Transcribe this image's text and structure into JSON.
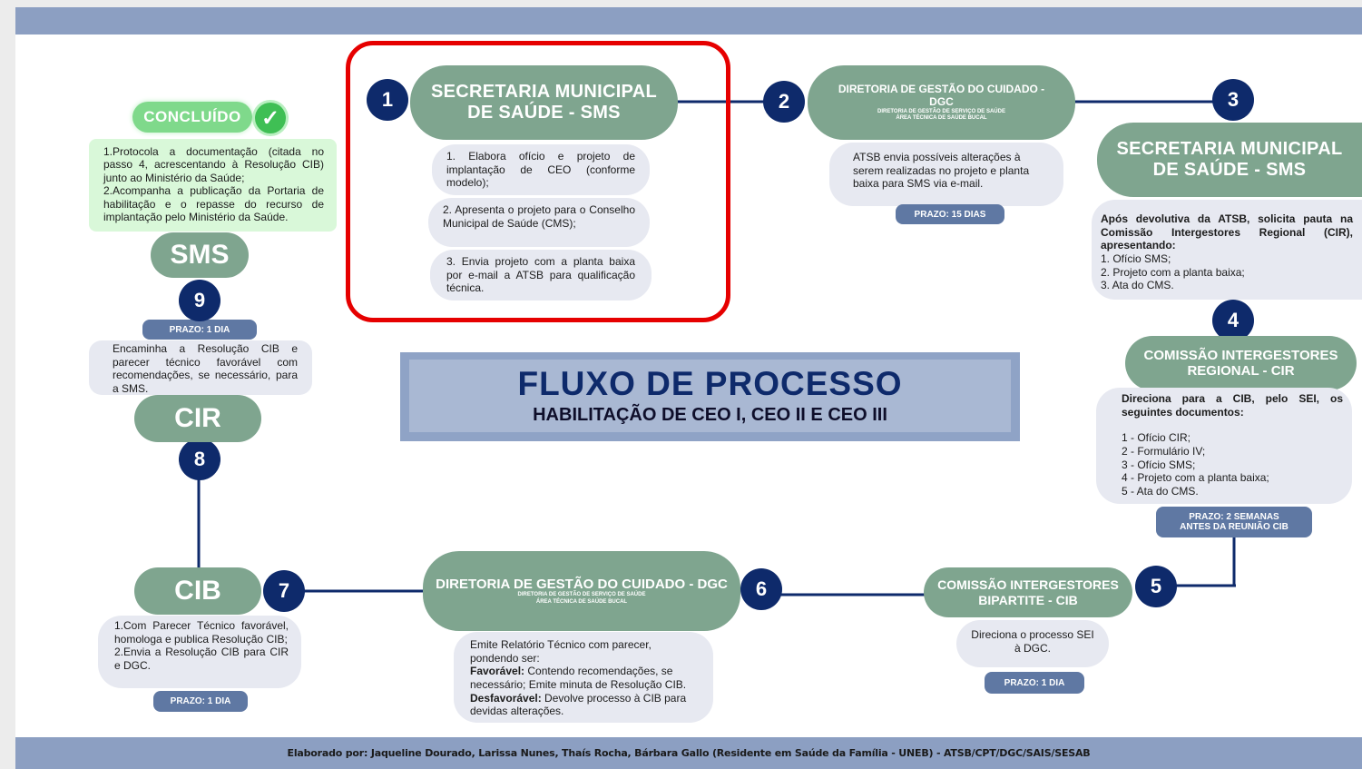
{
  "footer": "Elaborado por: Jaqueline Dourado, Larissa Nunes, Thaís Rocha, Bárbara Gallo (Residente em Saúde da Família - UNEB) - ATSB/CPT/DGC/SAIS/SESAB",
  "title": {
    "main": "FLUXO DE PROCESSO",
    "sub": "HABILITAÇÃO DE CEO I, CEO II E CEO III"
  },
  "concluido": {
    "label": "CONCLUÍDO",
    "check": "✓",
    "check_icon": "check-circle-icon"
  },
  "final_items": [
    "1.Protocola a documentação (citada no passo 4, acrescentando à Resolução CIB) junto ao Ministério da Saúde;",
    "2.Acompanha a publicação da Portaria de habilitação e o repasse do recurso de implantação pelo Ministério da Saúde."
  ],
  "steps": {
    "s1": {
      "number": "1",
      "title": "SECRETARIA MUNICIPAL DE SAÚDE - SMS",
      "items": [
        "1. Elabora ofício e projeto de implantação de CEO (conforme modelo);",
        "2. Apresenta o projeto para o Conselho Municipal de Saúde (CMS);",
        "3. Envia projeto com a planta baixa por e-mail a ATSB para qualificação técnica."
      ]
    },
    "s2": {
      "number": "2",
      "title": "DIRETORIA DE GESTÃO DO CUIDADO - DGC",
      "sub1": "DIRETORIA DE GESTÃO DE SERVIÇO DE SAÚDE",
      "sub2": "ÁREA TÉCNICA DE SAÚDE BUCAL",
      "text": "ATSB envia possíveis alterações à serem realizadas no projeto e planta baixa para SMS via e-mail.",
      "prazo": "PRAZO: 15 DIAS"
    },
    "s3": {
      "number": "3",
      "title": "SECRETARIA MUNICIPAL DE SAÚDE - SMS",
      "intro": "Após devolutiva da ATSB, solicita pauta na Comissão Intergestores Regional (CIR), apresentando:",
      "items": [
        "1. Ofício SMS;",
        "2. Projeto com a planta baixa;",
        "3. Ata do CMS."
      ]
    },
    "s4": {
      "number": "4",
      "title": "COMISSÃO INTERGESTORES REGIONAL - CIR",
      "intro": "Direciona para a CIB, pelo SEI, os seguintes documentos:",
      "items": [
        "1 - Ofício CIR;",
        "2 - Formulário IV;",
        "3 - Ofício SMS;",
        "4 - Projeto com a planta baixa;",
        "5 - Ata do CMS."
      ],
      "prazo": "PRAZO: 2 SEMANAS ANTES DA REUNIÃO CIB"
    },
    "s5": {
      "number": "5",
      "title": "COMISSÃO INTERGESTORES BIPARTITE - CIB",
      "text": "Direciona o processo SEI à DGC.",
      "prazo": "PRAZO: 1 DIA"
    },
    "s6": {
      "number": "6",
      "title": "DIRETORIA DE GESTÃO DO CUIDADO - DGC",
      "sub1": "DIRETORIA DE GESTÃO DE SERVIÇO DE SAÚDE",
      "sub2": "ÁREA TÉCNICA DE SAÚDE BUCAL",
      "intro": "Emite Relatório Técnico com parecer, pondendo ser:",
      "fav_label": "Favorável:",
      "fav_text": " Contendo recomendações, se necessário; Emite minuta de Resolução CIB.",
      "desfav_label": "Desfavorável:",
      "desfav_text": " Devolve processo à CIB para devidas alterações."
    },
    "s7": {
      "number": "7",
      "title": "CIB",
      "items": [
        "1.Com Parecer Técnico favorável, homologa e publica Resolução CIB;",
        "2.Envia a Resolução CIB para CIR e DGC."
      ],
      "prazo": "PRAZO: 1 DIA"
    },
    "s8": {
      "number": "8",
      "title": "CIR"
    },
    "s9": {
      "number": "9",
      "title": "SMS",
      "prazo": "PRAZO: 1 DIA",
      "text": "Encaminha a Resolução CIB e parecer técnico favorável com recomendações, se necessário, para a SMS."
    }
  },
  "colors": {
    "pill": "#7fa58f",
    "number_circle": "#0e2a6b",
    "prazo": "#5f78a3",
    "note": "#e7e9f1",
    "band": "#8c9fc2",
    "highlight": "#e60000",
    "concluido": "#7fd98b"
  }
}
